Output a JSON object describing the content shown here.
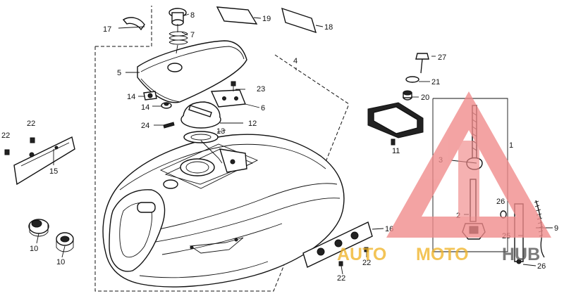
{
  "callouts": [
    {
      "id": "c1",
      "text": "1"
    },
    {
      "id": "c2",
      "text": "2"
    },
    {
      "id": "c3",
      "text": "3"
    },
    {
      "id": "c4",
      "text": "4"
    },
    {
      "id": "c5",
      "text": "5"
    },
    {
      "id": "c6",
      "text": "6"
    },
    {
      "id": "c7",
      "text": "7"
    },
    {
      "id": "c8",
      "text": "8"
    },
    {
      "id": "c9",
      "text": "9"
    },
    {
      "id": "c10a",
      "text": "10"
    },
    {
      "id": "c10b",
      "text": "10"
    },
    {
      "id": "c11",
      "text": "11"
    },
    {
      "id": "c12",
      "text": "12"
    },
    {
      "id": "c13",
      "text": "13"
    },
    {
      "id": "c14a",
      "text": "14"
    },
    {
      "id": "c14b",
      "text": "14"
    },
    {
      "id": "c15",
      "text": "15"
    },
    {
      "id": "c16",
      "text": "16"
    },
    {
      "id": "c17",
      "text": "17"
    },
    {
      "id": "c18",
      "text": "18"
    },
    {
      "id": "c19",
      "text": "19"
    },
    {
      "id": "c20",
      "text": "20"
    },
    {
      "id": "c21",
      "text": "21"
    },
    {
      "id": "c22a",
      "text": "22"
    },
    {
      "id": "c22b",
      "text": "22"
    },
    {
      "id": "c22c",
      "text": "22"
    },
    {
      "id": "c22d",
      "text": "22"
    },
    {
      "id": "c23",
      "text": "23"
    },
    {
      "id": "c24",
      "text": "24"
    },
    {
      "id": "c25",
      "text": "25"
    },
    {
      "id": "c26a",
      "text": "26"
    },
    {
      "id": "c26b",
      "text": "26"
    },
    {
      "id": "c27",
      "text": "27"
    }
  ],
  "watermark": {
    "auto": "AUTO",
    "moto": "MOTO",
    "hub": "HUB",
    "colors": {
      "triangle": "#f08a8a",
      "text_light": "#f0b429",
      "text_dark": "#555555"
    }
  }
}
